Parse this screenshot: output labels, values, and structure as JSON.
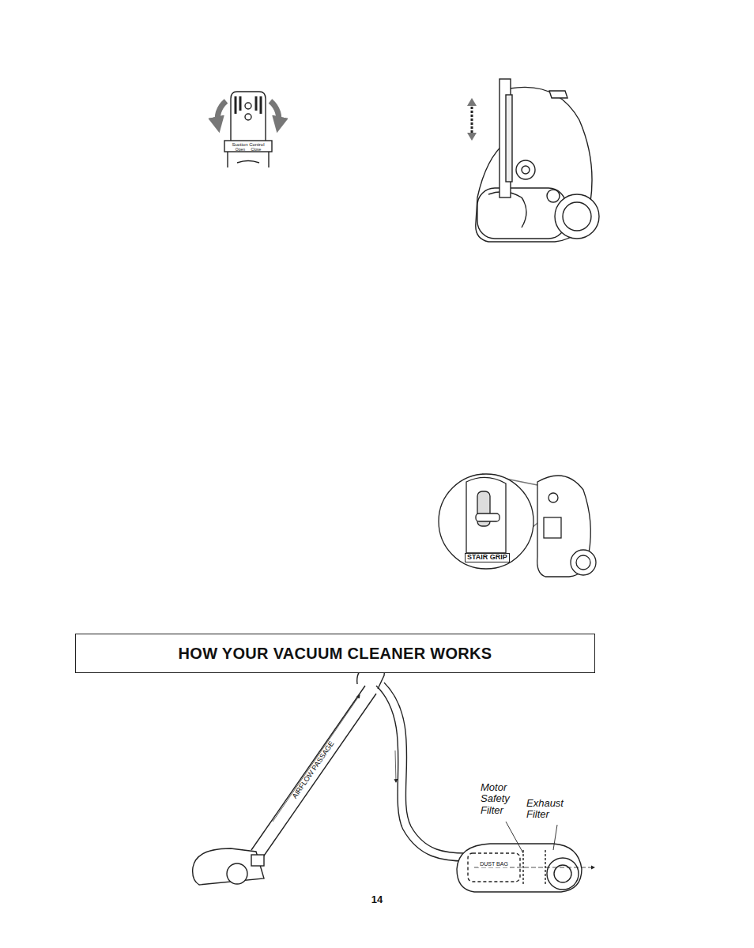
{
  "diagram": {
    "title": "HOW YOUR VACUUM CLEANER WORKS",
    "labels": [
      "Suction Control",
      "Open Close",
      "STAIR GRIP",
      "AIRFLOW PASSAGE",
      "Motor Safety Filter",
      "Exhaust Filter",
      "DUST BAG",
      "14"
    ]
  }
}
